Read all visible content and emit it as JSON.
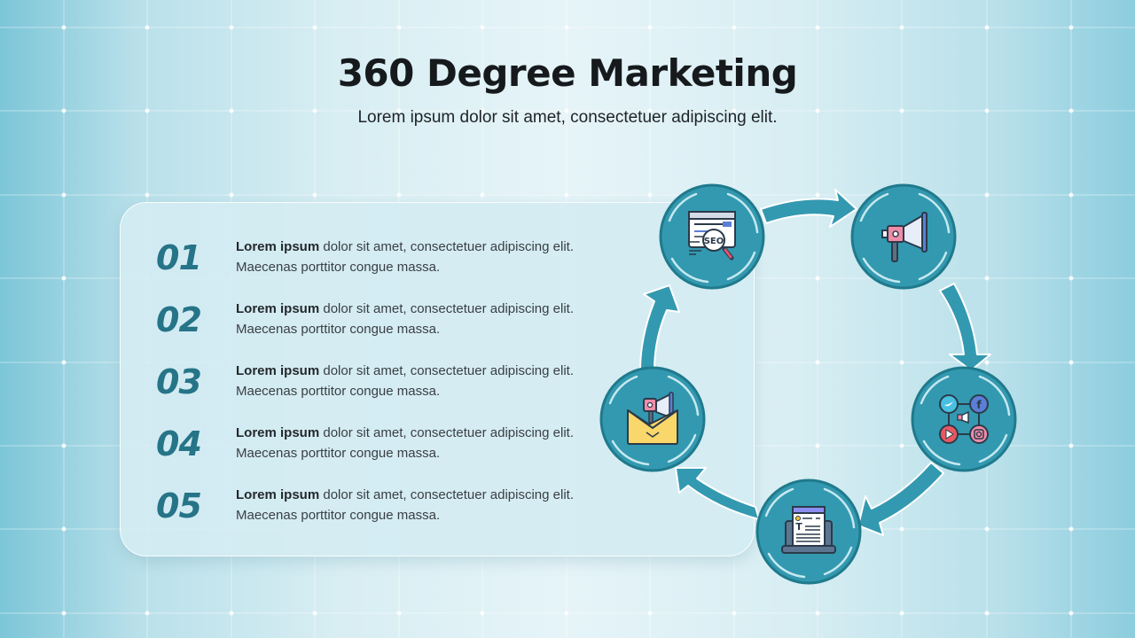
{
  "header": {
    "title": "360 Degree Marketing",
    "subtitle": "Lorem ipsum dolor sit amet, consectetuer adipiscing elit."
  },
  "list": {
    "items": [
      {
        "number": "01",
        "bold": "Lorem ipsum",
        "text": " dolor sit amet, consectetuer adipiscing elit. Maecenas porttitor congue massa."
      },
      {
        "number": "02",
        "bold": "Lorem ipsum",
        "text": " dolor sit amet, consectetuer adipiscing elit. Maecenas porttitor congue massa."
      },
      {
        "number": "03",
        "bold": "Lorem ipsum",
        "text": " dolor sit amet, consectetuer adipiscing elit. Maecenas porttitor congue massa."
      },
      {
        "number": "04",
        "bold": "Lorem ipsum",
        "text": " dolor sit amet, consectetuer adipiscing elit. Maecenas porttitor congue massa."
      },
      {
        "number": "05",
        "bold": "Lorem ipsum",
        "text": " dolor sit amet, consectetuer adipiscing elit. Maecenas porttitor congue massa."
      }
    ]
  },
  "cycle": {
    "nodes": [
      {
        "icon": "seo-browser-icon",
        "label": "SEO"
      },
      {
        "icon": "megaphone-icon"
      },
      {
        "icon": "social-media-icon"
      },
      {
        "icon": "laptop-content-icon",
        "label": "T"
      },
      {
        "icon": "email-marketing-icon"
      }
    ],
    "flow": "clockwise"
  },
  "colors": {
    "accent_teal": "#3399b0",
    "teal_dark": "#1f7a8c",
    "number_color": "#267488",
    "ring_light": "#c6e9f0"
  }
}
